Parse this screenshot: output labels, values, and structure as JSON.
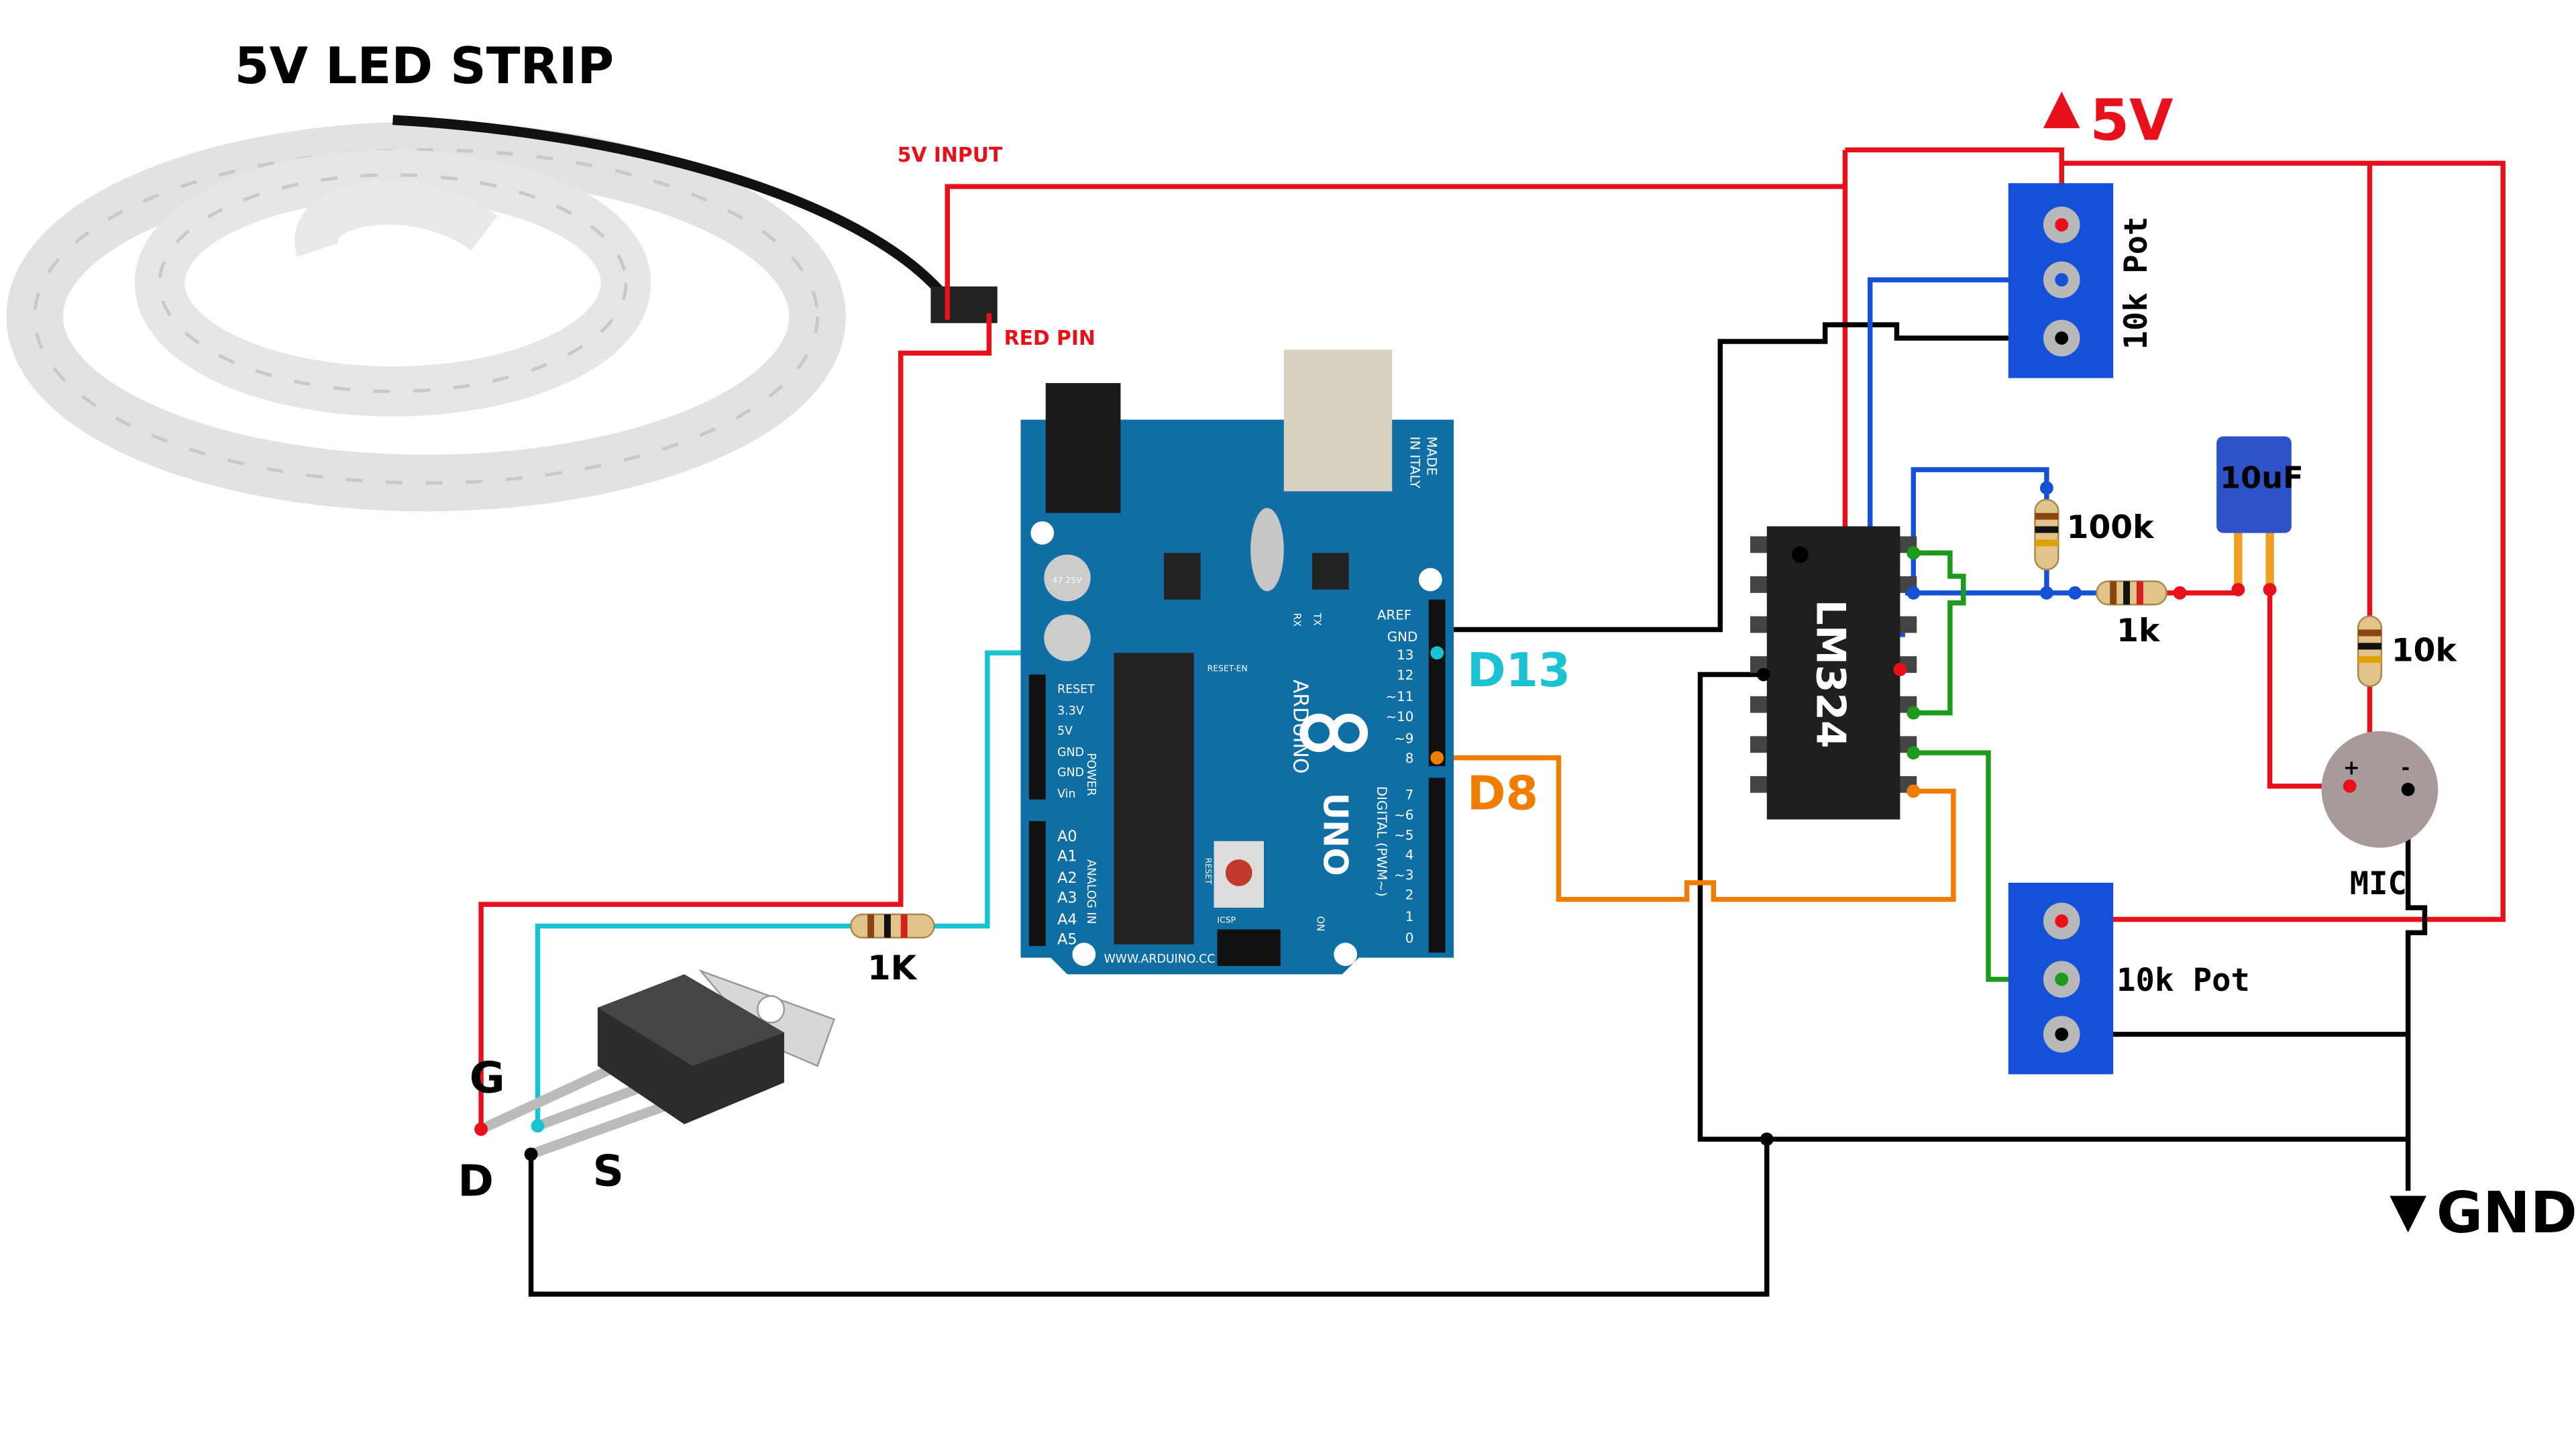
{
  "title": "5V LED STRIP",
  "labels": {
    "input_5v": "5V INPUT",
    "red_pin": "RED PIN",
    "d13": "D13",
    "d8": "D8",
    "supply": "5V",
    "ground": "GND",
    "resistor_gate": "1K",
    "resistor_100k": "100k",
    "resistor_1k": "1k",
    "resistor_10k": "10k",
    "capacitor": "10uF",
    "mic": "MIC",
    "mic_plus": "+",
    "mic_minus": "-",
    "opamp": "LM324",
    "pot_top": "10k Pot",
    "pot_bottom": "10k Pot",
    "mosfet_g": "G",
    "mosfet_d": "D",
    "mosfet_s": "S"
  },
  "arduino": {
    "brand": "ARDUINO",
    "model": "UNO",
    "made_in": "MADE",
    "made_in_2": "IN ITALY",
    "url": "WWW.ARDUINO.CC",
    "aref": "AREF",
    "gnd": "GND",
    "digital_label": "DIGITAL (PWM~)",
    "power_label": "POWER",
    "analog_label": "ANALOG IN",
    "reset": "RESET",
    "reset_en": "RESET-EN",
    "icsp": "ICSP",
    "on": "ON",
    "tx": "TX",
    "rx": "RX",
    "cap_label": "47 25V",
    "digital_pins": [
      "13",
      "12",
      "~11",
      "~10",
      "~9",
      "8",
      "7",
      "~6",
      "~5",
      "4",
      "~3",
      "2",
      "1",
      "0"
    ],
    "power_pins": [
      "RESET",
      "3.3V",
      "5V",
      "GND",
      "GND",
      "Vin"
    ],
    "analog_pins": [
      "A0",
      "A1",
      "A2",
      "A3",
      "A4",
      "A5"
    ]
  },
  "colors": {
    "power": "#e8101a",
    "ground": "#000000",
    "signal_d13": "#19c3d4",
    "signal_d8": "#f07d00",
    "blue_wire": "#1451d6",
    "green_wire": "#1c9a1c",
    "arduino_board": "#0f6ea3",
    "potentiometer": "#1450d8"
  }
}
